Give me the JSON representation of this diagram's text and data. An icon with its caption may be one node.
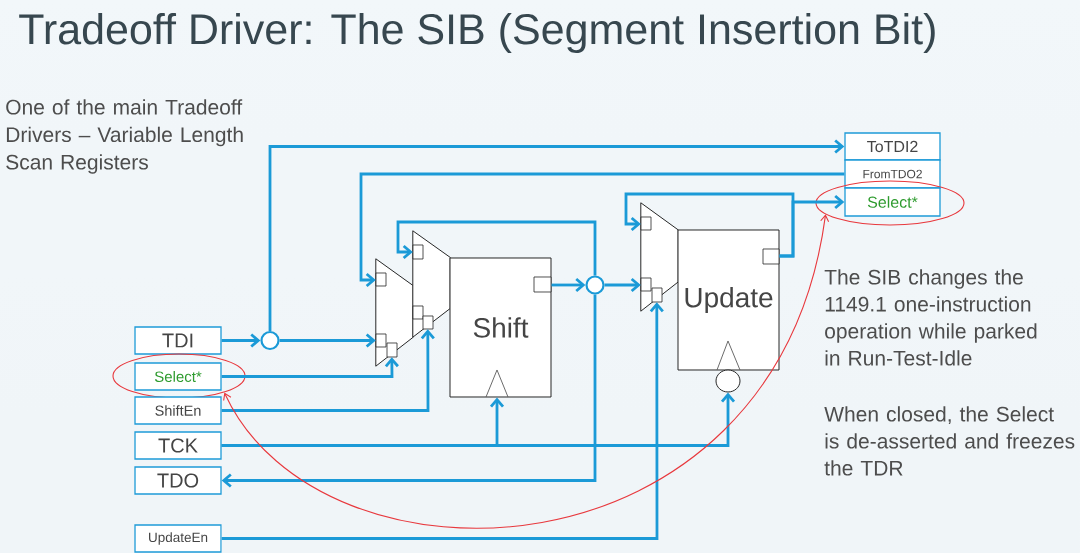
{
  "diagram": {
    "title": "Tradeoff Driver: The SIB (Segment Insertion Bit)",
    "nodes": [
      {
        "text": [
          "TDI"
        ]
      },
      {
        "text": [],
        "shape": "ellipse"
      },
      {
        "text": [
          "Select*"
        ],
        "in": 1
      },
      {
        "text": [
          "ShiftEn"
        ]
      },
      {
        "text": [
          "TCK"
        ]
      },
      {
        "text": [
          "TDO"
        ]
      },
      {
        "text": [
          "UpdateEn"
        ]
      },
      {
        "text": [],
        "shape": "circle"
      },
      {
        "text": [],
        "shape": "trapezoid"
      },
      {
        "text": [],
        "shape": "trapezoid"
      },
      {
        "text": [
          "Shift"
        ]
      },
      {
        "text": [],
        "shape": "circle"
      },
      {
        "text": [],
        "shape": "trapezoid"
      },
      {
        "text": [
          "Update"
        ]
      },
      {
        "text": [],
        "shape": "circle"
      },
      {
        "text": [
          "ToTDI2"
        ]
      },
      {
        "text": [
          "FromTDO2"
        ]
      },
      {
        "text": [],
        "shape": "ellipse"
      },
      {
        "text": [
          "Select*"
        ],
        "in": 17
      }
    ],
    "edges": [
      {
        "from": 0,
        "to": 7,
        "arrow": "to"
      },
      {
        "from": 7,
        "to": 8,
        "arrow": "to"
      },
      {
        "from": 7,
        "to": 15,
        "arrow": "to"
      },
      {
        "from": 16,
        "to": 8,
        "arrow": "to"
      },
      {
        "from": 2,
        "to": 8,
        "arrow": "to"
      },
      {
        "from": 3,
        "to": 9,
        "arrow": "to"
      },
      {
        "from": 10,
        "to": 11,
        "arrow": "to"
      },
      {
        "from": 11,
        "to": 9,
        "arrow": "to"
      },
      {
        "from": 11,
        "to": 12,
        "arrow": "to"
      },
      {
        "from": 11,
        "to": 5,
        "arrow": "to"
      },
      {
        "from": 4,
        "to": 10,
        "arrow": "to"
      },
      {
        "from": 4,
        "to": 14,
        "arrow": "to"
      },
      {
        "from": 6,
        "to": 12,
        "arrow": "to"
      },
      {
        "from": 13,
        "to": 12,
        "arrow": "to"
      },
      {
        "from": 13,
        "to": 18,
        "arrow": "to"
      },
      {
        "from": 1,
        "to": 17,
        "arrow": "both",
        "color": "#e8383d"
      }
    ],
    "labels": [
      "One of the main Tradeoff Drivers – Variable Length Scan Registers",
      "The SIB changes the 1149.1 one-instruction operation while parked in Run-Test-Idle",
      "When closed, the Select is de-asserted and freezes the TDR"
    ]
  }
}
